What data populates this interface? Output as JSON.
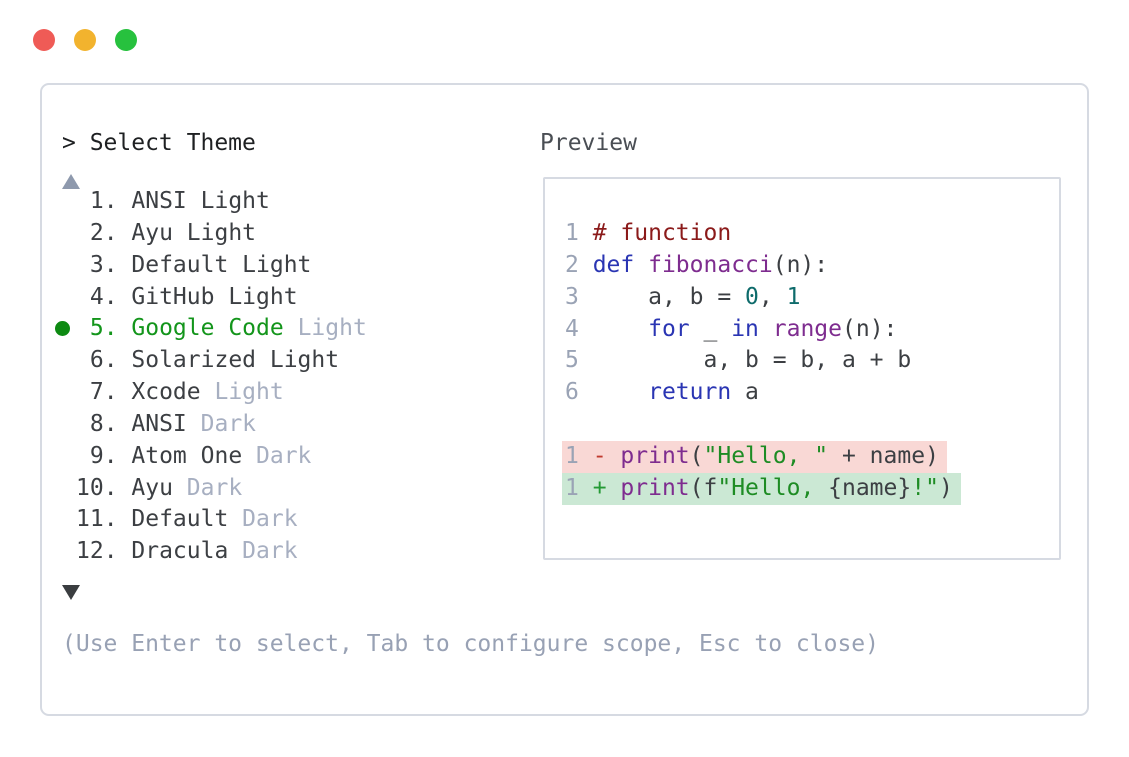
{
  "window": {
    "traffic_lights": [
      {
        "name": "close",
        "color": "#ef5b56"
      },
      {
        "name": "minimize",
        "color": "#f2b32e"
      },
      {
        "name": "zoom",
        "color": "#27c13e"
      }
    ]
  },
  "dialog": {
    "prompt": "> Select Theme",
    "scroll_up_indicator": "up-triangle",
    "scroll_down_indicator": "down-triangle",
    "help_text": "(Use Enter to select, Tab to configure scope, Esc to close)",
    "themes": [
      {
        "number": " 1.",
        "name": "ANSI Light",
        "suffix": "",
        "selected": false
      },
      {
        "number": " 2.",
        "name": "Ayu Light",
        "suffix": "",
        "selected": false
      },
      {
        "number": " 3.",
        "name": "Default Light",
        "suffix": "",
        "selected": false
      },
      {
        "number": " 4.",
        "name": "GitHub Light",
        "suffix": "",
        "selected": false
      },
      {
        "number": " 5.",
        "name": "Google Code",
        "suffix": "Light",
        "selected": true
      },
      {
        "number": " 6.",
        "name": "Solarized Light",
        "suffix": "",
        "selected": false
      },
      {
        "number": " 7.",
        "name": "Xcode",
        "suffix": "Light",
        "selected": false
      },
      {
        "number": " 8.",
        "name": "ANSI",
        "suffix": "Dark",
        "selected": false
      },
      {
        "number": " 9.",
        "name": "Atom One",
        "suffix": "Dark",
        "selected": false
      },
      {
        "number": "10.",
        "name": "Ayu",
        "suffix": "Dark",
        "selected": false
      },
      {
        "number": "11.",
        "name": "Default",
        "suffix": "Dark",
        "selected": false
      },
      {
        "number": "12.",
        "name": "Dracula",
        "suffix": "Dark",
        "selected": false
      }
    ]
  },
  "preview": {
    "label": "Preview",
    "code_lines": [
      {
        "ln": "1",
        "tokens": [
          {
            "c": "com",
            "t": "# function"
          }
        ]
      },
      {
        "ln": "2",
        "tokens": [
          {
            "c": "kw",
            "t": "def"
          },
          {
            "c": "pl",
            "t": " "
          },
          {
            "c": "fn",
            "t": "fibonacci"
          },
          {
            "c": "pl",
            "t": "(n):"
          }
        ]
      },
      {
        "ln": "3",
        "tokens": [
          {
            "c": "pl",
            "t": "    a, b = "
          },
          {
            "c": "num",
            "t": "0"
          },
          {
            "c": "pl",
            "t": ", "
          },
          {
            "c": "num",
            "t": "1"
          }
        ]
      },
      {
        "ln": "4",
        "tokens": [
          {
            "c": "pl",
            "t": "    "
          },
          {
            "c": "kw",
            "t": "for"
          },
          {
            "c": "pl",
            "t": " _ "
          },
          {
            "c": "kw",
            "t": "in"
          },
          {
            "c": "pl",
            "t": " "
          },
          {
            "c": "fn",
            "t": "range"
          },
          {
            "c": "pl",
            "t": "(n):"
          }
        ]
      },
      {
        "ln": "5",
        "tokens": [
          {
            "c": "pl",
            "t": "        a, b = b, a + b"
          }
        ]
      },
      {
        "ln": "6",
        "tokens": [
          {
            "c": "pl",
            "t": "    "
          },
          {
            "c": "kw",
            "t": "return"
          },
          {
            "c": "pl",
            "t": " a"
          }
        ]
      },
      {
        "ln": "",
        "tokens": []
      }
    ],
    "diff_lines": [
      {
        "ln": "1",
        "sign": "-",
        "kind": "removed",
        "tokens": [
          {
            "c": "fn",
            "t": "print"
          },
          {
            "c": "pl",
            "t": "("
          },
          {
            "c": "str",
            "t": "\"Hello, \""
          },
          {
            "c": "pl",
            "t": " + name)"
          }
        ]
      },
      {
        "ln": "1",
        "sign": "+",
        "kind": "added",
        "tokens": [
          {
            "c": "fn",
            "t": "print"
          },
          {
            "c": "pl",
            "t": "(f"
          },
          {
            "c": "str",
            "t": "\"Hello, "
          },
          {
            "c": "pl",
            "t": "{name}"
          },
          {
            "c": "str",
            "t": "!\""
          },
          {
            "c": "pl",
            "t": ")"
          }
        ]
      }
    ]
  },
  "colors": {
    "header_text": "#1e2022",
    "item_text": "#3c3f43",
    "muted_text": "#a7afc1",
    "help_text": "#98a1b4",
    "accent_green": "#13951b",
    "bullet_green": "#0d8a12",
    "arrow_up": "#8e99ad",
    "arrow_down": "#3a3d40",
    "panel_border": "#d6dae2",
    "preview_border": "#d6dae2",
    "preview_label": "#4a4e54",
    "ln_color": "#9aa3b5",
    "code_comment": "#8b1a1a",
    "code_keyword": "#2a35b3",
    "code_function": "#7e2c8f",
    "code_number": "#0e6b6b",
    "code_string": "#1e8c24",
    "code_plain": "#3c3f43",
    "diff_minus": "#c03a2e",
    "diff_plus": "#249a35",
    "removed_bg": "#f9d8d5",
    "added_bg": "#cbe8d4"
  }
}
